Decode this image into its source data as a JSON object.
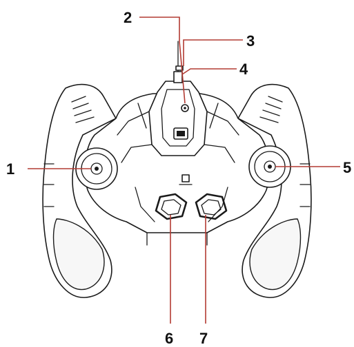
{
  "callouts": [
    {
      "id": "1",
      "label": "1"
    },
    {
      "id": "2",
      "label": "2"
    },
    {
      "id": "3",
      "label": "3"
    },
    {
      "id": "4",
      "label": "4"
    },
    {
      "id": "5",
      "label": "5"
    },
    {
      "id": "6",
      "label": "6"
    },
    {
      "id": "7",
      "label": "7"
    }
  ],
  "colors": {
    "line": "#1a1a1a",
    "leader": "#b23a32",
    "background": "#ffffff"
  }
}
